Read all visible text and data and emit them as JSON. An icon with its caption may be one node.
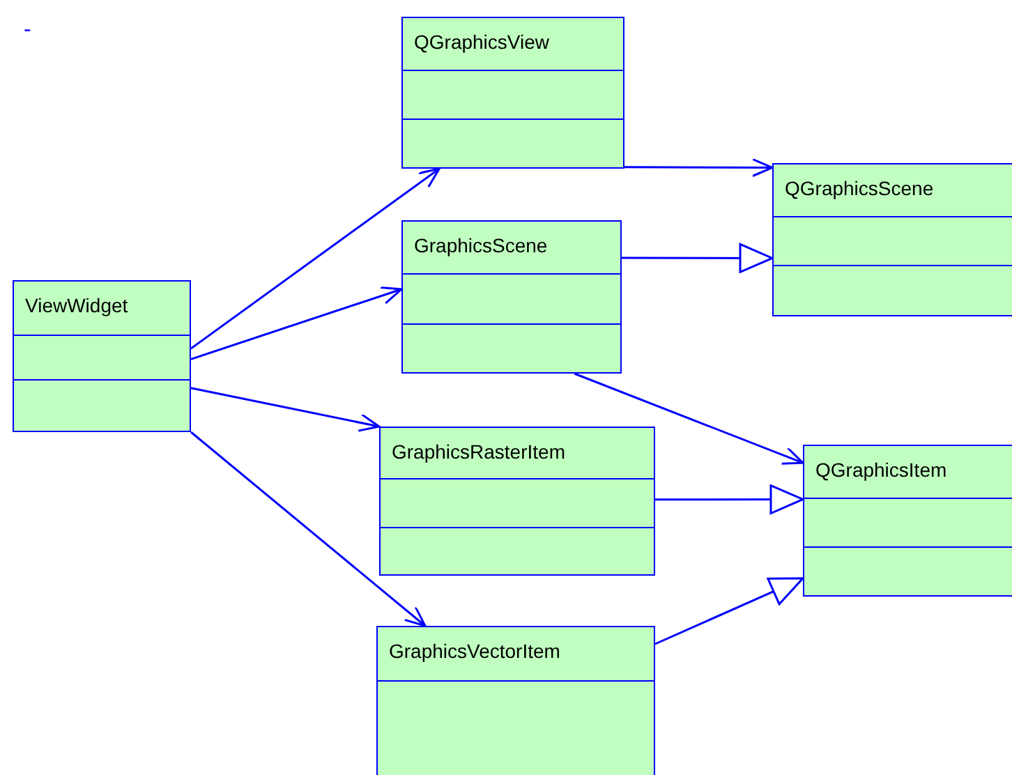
{
  "diagram": {
    "nodes": [
      {
        "text": [
          "ViewWidget"
        ]
      },
      {
        "text": [
          "QGraphicsView"
        ]
      },
      {
        "text": [
          "GraphicsScene"
        ]
      },
      {
        "text": [
          "QGraphicsScene"
        ]
      },
      {
        "text": [
          "GraphicsRasterItem"
        ]
      },
      {
        "text": [
          "QGraphicsItem"
        ]
      },
      {
        "text": [
          "GraphicsVectorItem"
        ]
      }
    ],
    "edges": [
      {
        "from": 0,
        "to": 1,
        "arrow": "to"
      },
      {
        "from": 0,
        "to": 2,
        "arrow": "to"
      },
      {
        "from": 0,
        "to": 4,
        "arrow": "to"
      },
      {
        "from": 0,
        "to": 6,
        "arrow": "to"
      },
      {
        "from": 1,
        "to": 3,
        "arrow": "to"
      },
      {
        "from": 2,
        "to": 3,
        "arrow": "to"
      },
      {
        "from": 2,
        "to": 5,
        "arrow": "to"
      },
      {
        "from": 4,
        "to": 5,
        "arrow": "to"
      },
      {
        "from": 6,
        "to": 5,
        "arrow": "to"
      }
    ],
    "labels": [
      "-"
    ]
  }
}
